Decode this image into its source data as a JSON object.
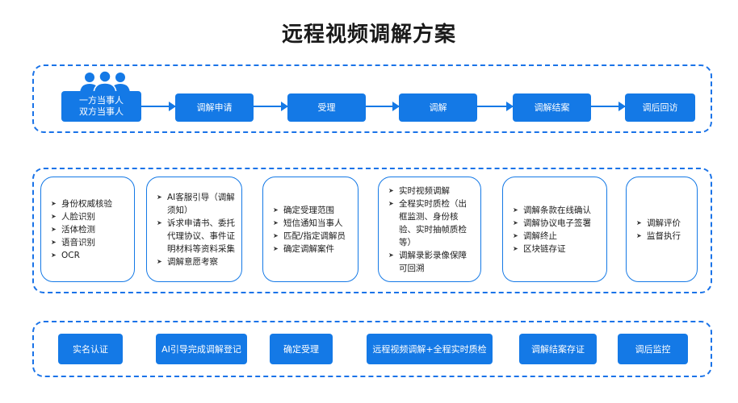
{
  "title": "远程视频调解方案",
  "flow": {
    "parties": [
      "一方当事人",
      "双方当事人"
    ],
    "steps": [
      "调解申请",
      "受理",
      "调解",
      "调解结案",
      "调后回访"
    ]
  },
  "details": [
    [
      "身份权威核验",
      "人脸识别",
      "活体检测",
      "语音识别",
      "OCR"
    ],
    [
      "AI客服引导（调解须知）",
      "诉求申请书、委托代理协议、事件证明材料等资料采集",
      "调解意愿考察"
    ],
    [
      "确定受理范围",
      "短信通知当事人",
      "匹配/指定调解员",
      "确定调解案件"
    ],
    [
      "实时视频调解",
      "全程实时质检（出框监测、身份核验、实时抽帧质检等）",
      "调解录影录像保障可回溯"
    ],
    [
      "调解条款在线确认",
      "调解协议电子签署",
      "调解终止",
      "区块链存证"
    ],
    [
      "调解评价",
      "监督执行"
    ]
  ],
  "stages": [
    "实名认证",
    "AI引导完成调解登记",
    "确定受理",
    "远程视频调解+全程实时质检",
    "调解结案存证",
    "调后监控"
  ],
  "colors": {
    "accent": "#1479e6",
    "panel_border": "#1a73e8"
  },
  "icons": {
    "parties": "people-group-icon",
    "bullet": "arrow-bullet-icon"
  }
}
